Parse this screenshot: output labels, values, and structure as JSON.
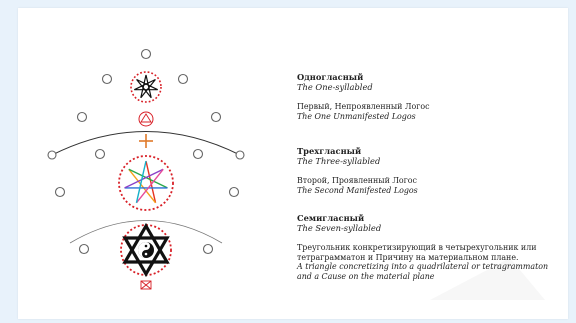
{
  "background_color": "#e8f2fb",
  "colors": {
    "dot_red": "#d81f26",
    "line": "#333333",
    "circle_outline": "#6b6b6b",
    "cross": "#e07a2a"
  },
  "sections": [
    {
      "title": "Одногласный",
      "subtitle": "The One-syllabled",
      "body_ru": "Первый, Непроявленный Логос",
      "body_en": "The One Unmanifested Logos"
    },
    {
      "title": "Трехгласный",
      "subtitle": "The Three-syllabled",
      "body_ru": "Второй, Проявленный Логос",
      "body_en": "The Second Manifested Logos"
    },
    {
      "title": "Семигласный",
      "subtitle": "The Seven-syllabled",
      "body_ru": "Треугольник конкретизирующий в четырехугольник или тетраграмматон и Причину на материальном плане.",
      "body_en": "A triangle concretizing into a quadrilateral or tetragrammaton and a Cause on the material plane"
    }
  ],
  "star_colors": [
    "#e6331f",
    "#f4a21b",
    "#2aa84a",
    "#2b6fd6",
    "#8a3fc8",
    "#e64b9a",
    "#17b0c9"
  ],
  "icons": {
    "top_star": "seven-point-star-icon",
    "middle_star": "rainbow-seven-point-star-icon",
    "bottom_hexagram": "yin-yang-hexagram-icon"
  }
}
